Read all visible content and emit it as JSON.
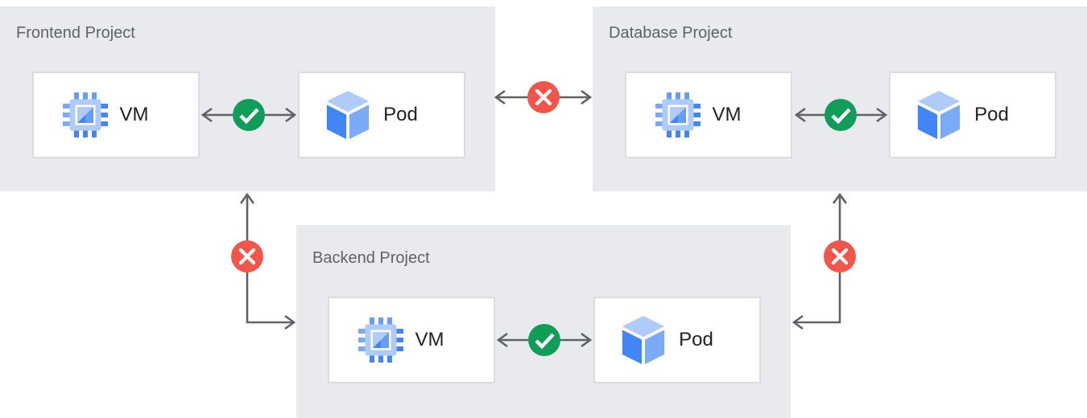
{
  "colors": {
    "canvas-bg": "#ffffff",
    "panel-bg": "#e8eaed",
    "box-bg": "#ffffff",
    "box-border": "#dadce0",
    "title-text": "#5f6368",
    "label-text": "#202124",
    "connector": "#5f6368",
    "allowed": "#0f9d58",
    "blocked": "#f4554a",
    "icon-blue-strong": "#4285f4",
    "icon-blue-medium": "#669df6",
    "icon-blue-soft": "#7baaf7",
    "icon-blue-light": "#aecbfa"
  },
  "projects": [
    {
      "title": "Frontend Project",
      "nodes": [
        {
          "label": "VM",
          "icon": "compute-engine-vm-icon"
        },
        {
          "label": "Pod",
          "icon": "pod-cube-icon"
        }
      ],
      "internal_connection": "allowed"
    },
    {
      "title": "Database Project",
      "nodes": [
        {
          "label": "VM",
          "icon": "compute-engine-vm-icon"
        },
        {
          "label": "Pod",
          "icon": "pod-cube-icon"
        }
      ],
      "internal_connection": "allowed"
    },
    {
      "title": "Backend Project",
      "nodes": [
        {
          "label": "VM",
          "icon": "compute-engine-vm-icon"
        },
        {
          "label": "Pod",
          "icon": "pod-cube-icon"
        }
      ],
      "internal_connection": "allowed"
    }
  ],
  "connections": [
    {
      "from": "Frontend Project VM",
      "to": "Frontend Project Pod",
      "status": "allowed",
      "icon": "check-icon",
      "direction": "bidirectional"
    },
    {
      "from": "Database Project VM",
      "to": "Database Project Pod",
      "status": "allowed",
      "icon": "check-icon",
      "direction": "bidirectional"
    },
    {
      "from": "Backend Project VM",
      "to": "Backend Project Pod",
      "status": "allowed",
      "icon": "check-icon",
      "direction": "bidirectional"
    },
    {
      "from": "Frontend Project",
      "to": "Database Project",
      "status": "blocked",
      "icon": "x-icon",
      "direction": "bidirectional"
    },
    {
      "from": "Frontend Project",
      "to": "Backend Project",
      "status": "blocked",
      "icon": "x-icon",
      "direction": "bidirectional"
    },
    {
      "from": "Database Project",
      "to": "Backend Project",
      "status": "blocked",
      "icon": "x-icon",
      "direction": "bidirectional"
    }
  ]
}
